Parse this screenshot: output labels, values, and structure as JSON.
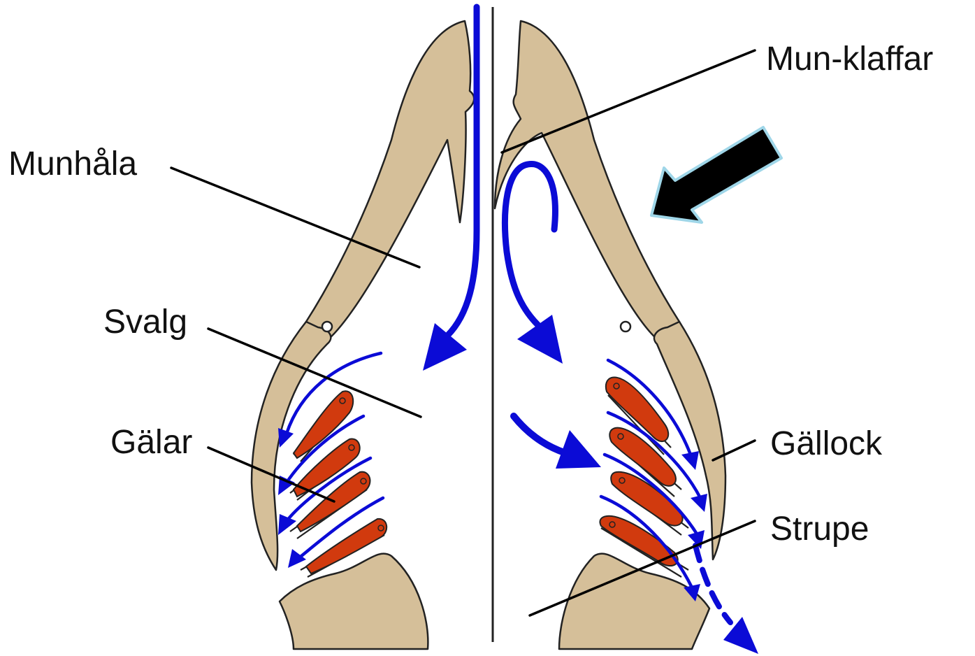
{
  "labels": {
    "munhala": "Munhåla",
    "svalg": "Svalg",
    "galar": "Gälar",
    "mun_klaffar": "Mun-klaffar",
    "gallock": "Gällock",
    "strupe": "Strupe"
  },
  "colors": {
    "tissue": "#d5bf99",
    "gill": "#d13a0e",
    "water_flow": "#0b0bd6",
    "big_arrow": "#000000",
    "big_arrow_glow": "#9fd6e8"
  },
  "icons": {
    "direction_arrow": "black-arrow-pointing-down-left"
  }
}
